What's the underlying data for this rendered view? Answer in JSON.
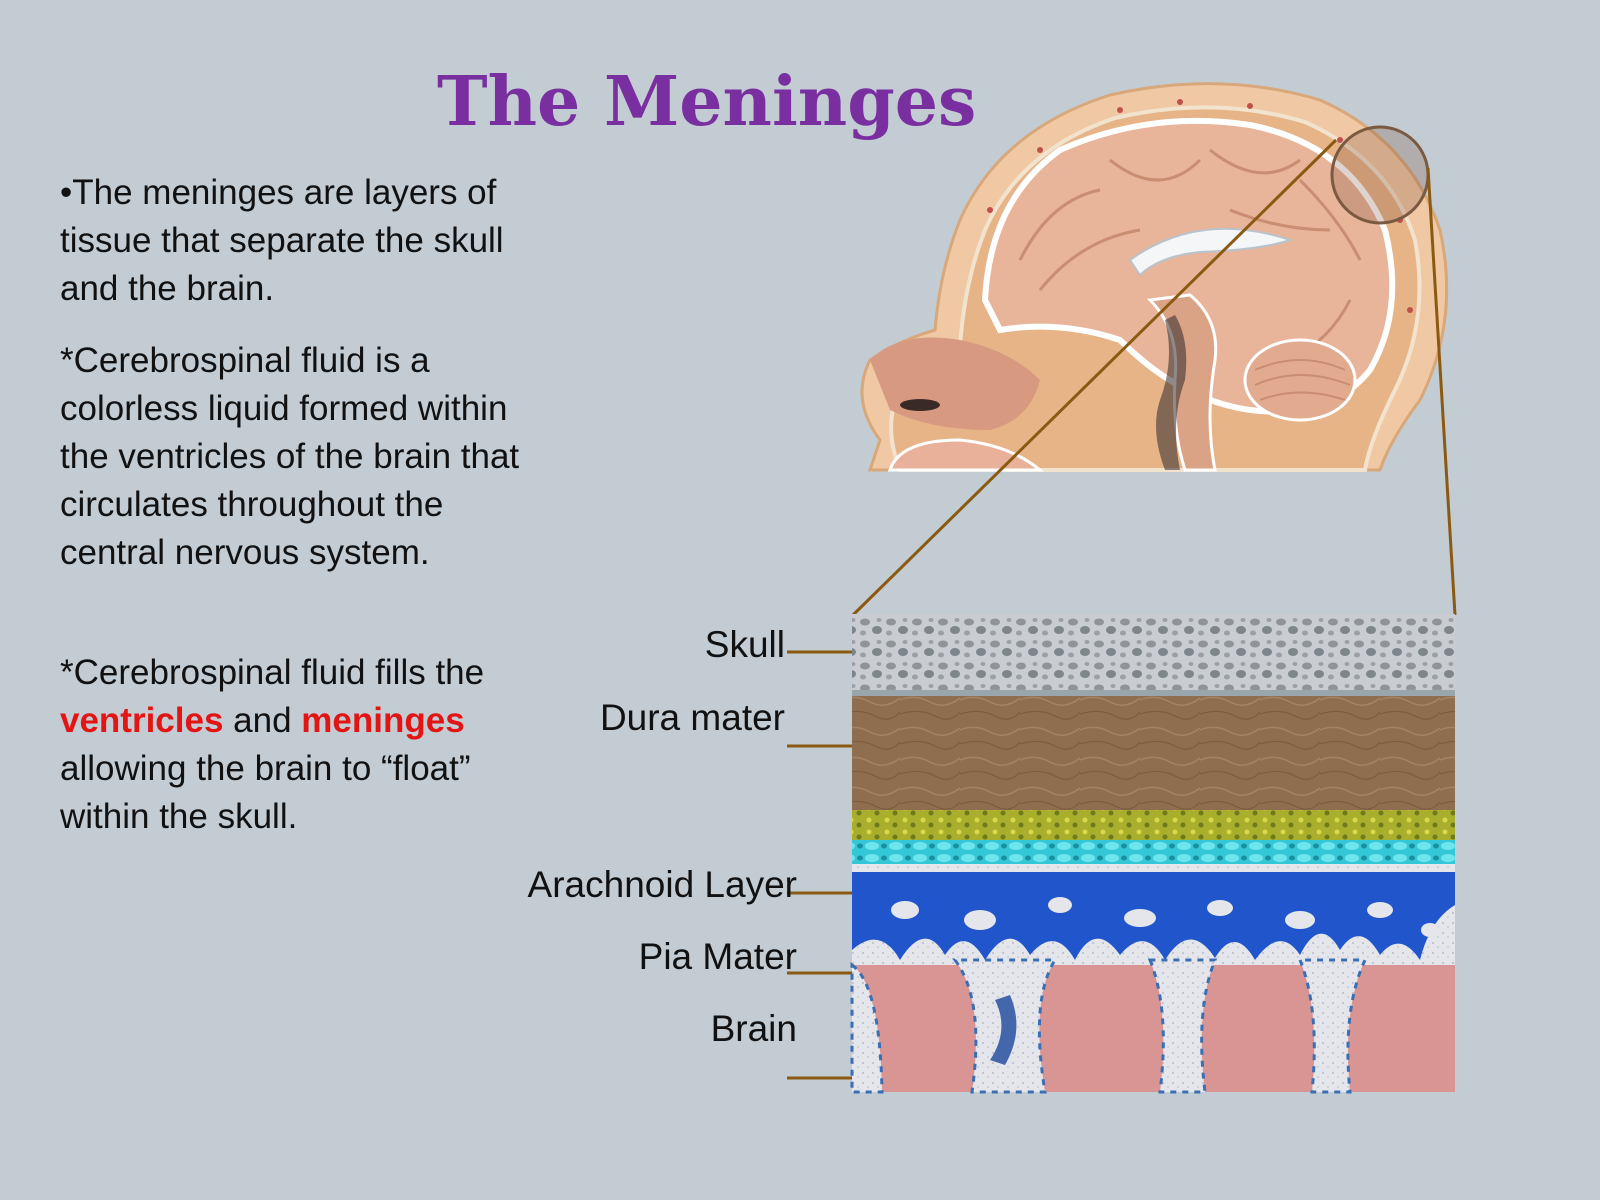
{
  "slide": {
    "title": "The Meninges",
    "paragraphs": {
      "p1": "•The meninges are layers of tissue that separate the skull and the brain.",
      "p2": "*Cerebrospinal fluid is a colorless liquid formed within the ventricles of the brain that circulates throughout the central nervous system.",
      "p3": {
        "pre": "*Cerebrospinal fluid fills the ",
        "highlight1": "ventricles",
        "mid": " and ",
        "highlight2": "meninges",
        "post": " allowing the brain to “float” within the skull."
      }
    },
    "highlight_color": "#e31414",
    "title_color": "#7a2fa0"
  },
  "diagram": {
    "layers": [
      "Skull",
      "Dura mater",
      "Arachnoid Layer",
      "Pia Mater",
      "Brain"
    ],
    "leader_color": "#8b5a12"
  }
}
